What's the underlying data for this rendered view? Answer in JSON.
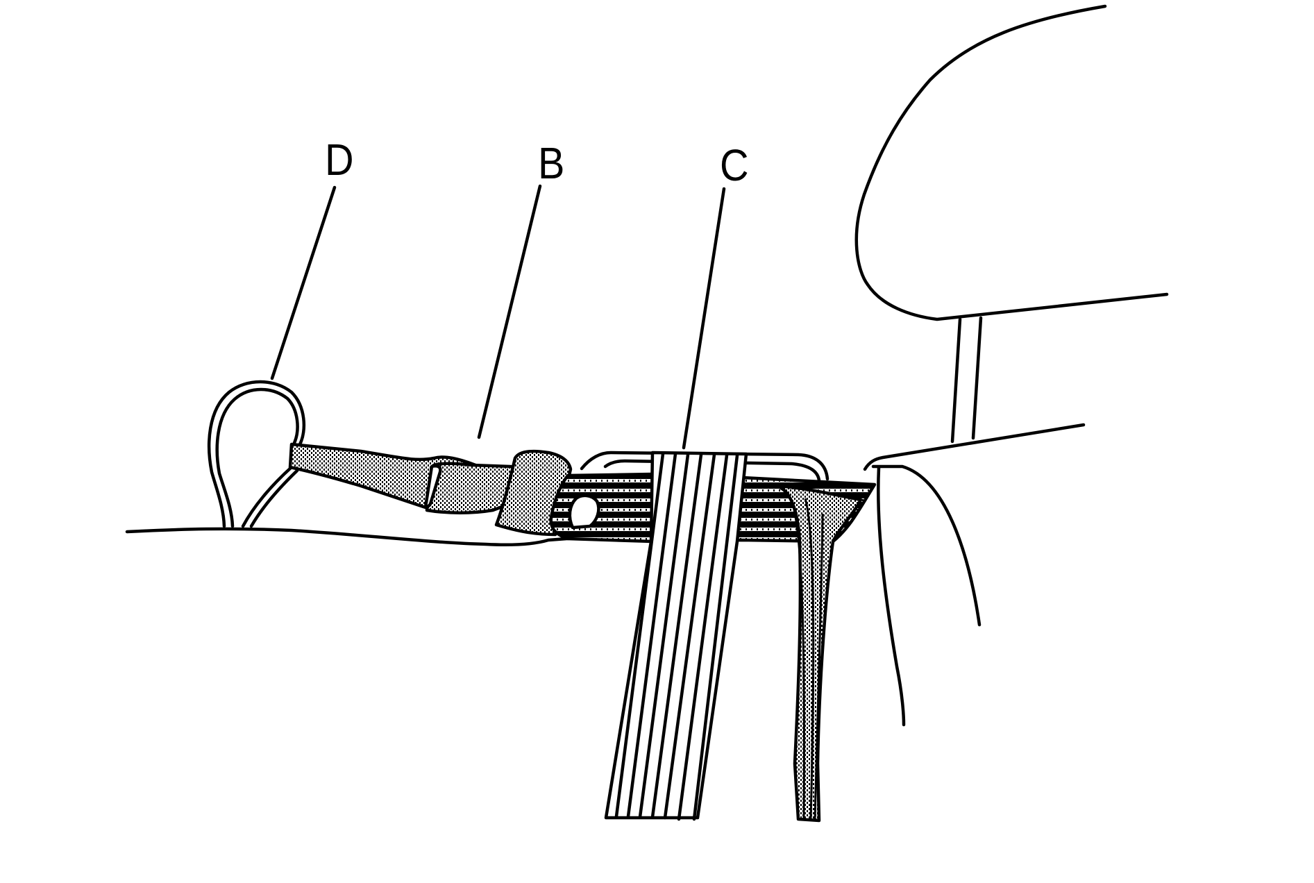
{
  "figure": {
    "type": "technical-illustration",
    "subject": "seat with tether strap and belt webbing",
    "colors": {
      "line": "#000000",
      "background": "#ffffff"
    }
  },
  "callouts": [
    {
      "id": "D",
      "label": "D",
      "target": "tether-loop"
    },
    {
      "id": "B",
      "label": "B",
      "target": "strap-adjuster"
    },
    {
      "id": "C",
      "label": "C",
      "target": "belt-webbing"
    }
  ]
}
